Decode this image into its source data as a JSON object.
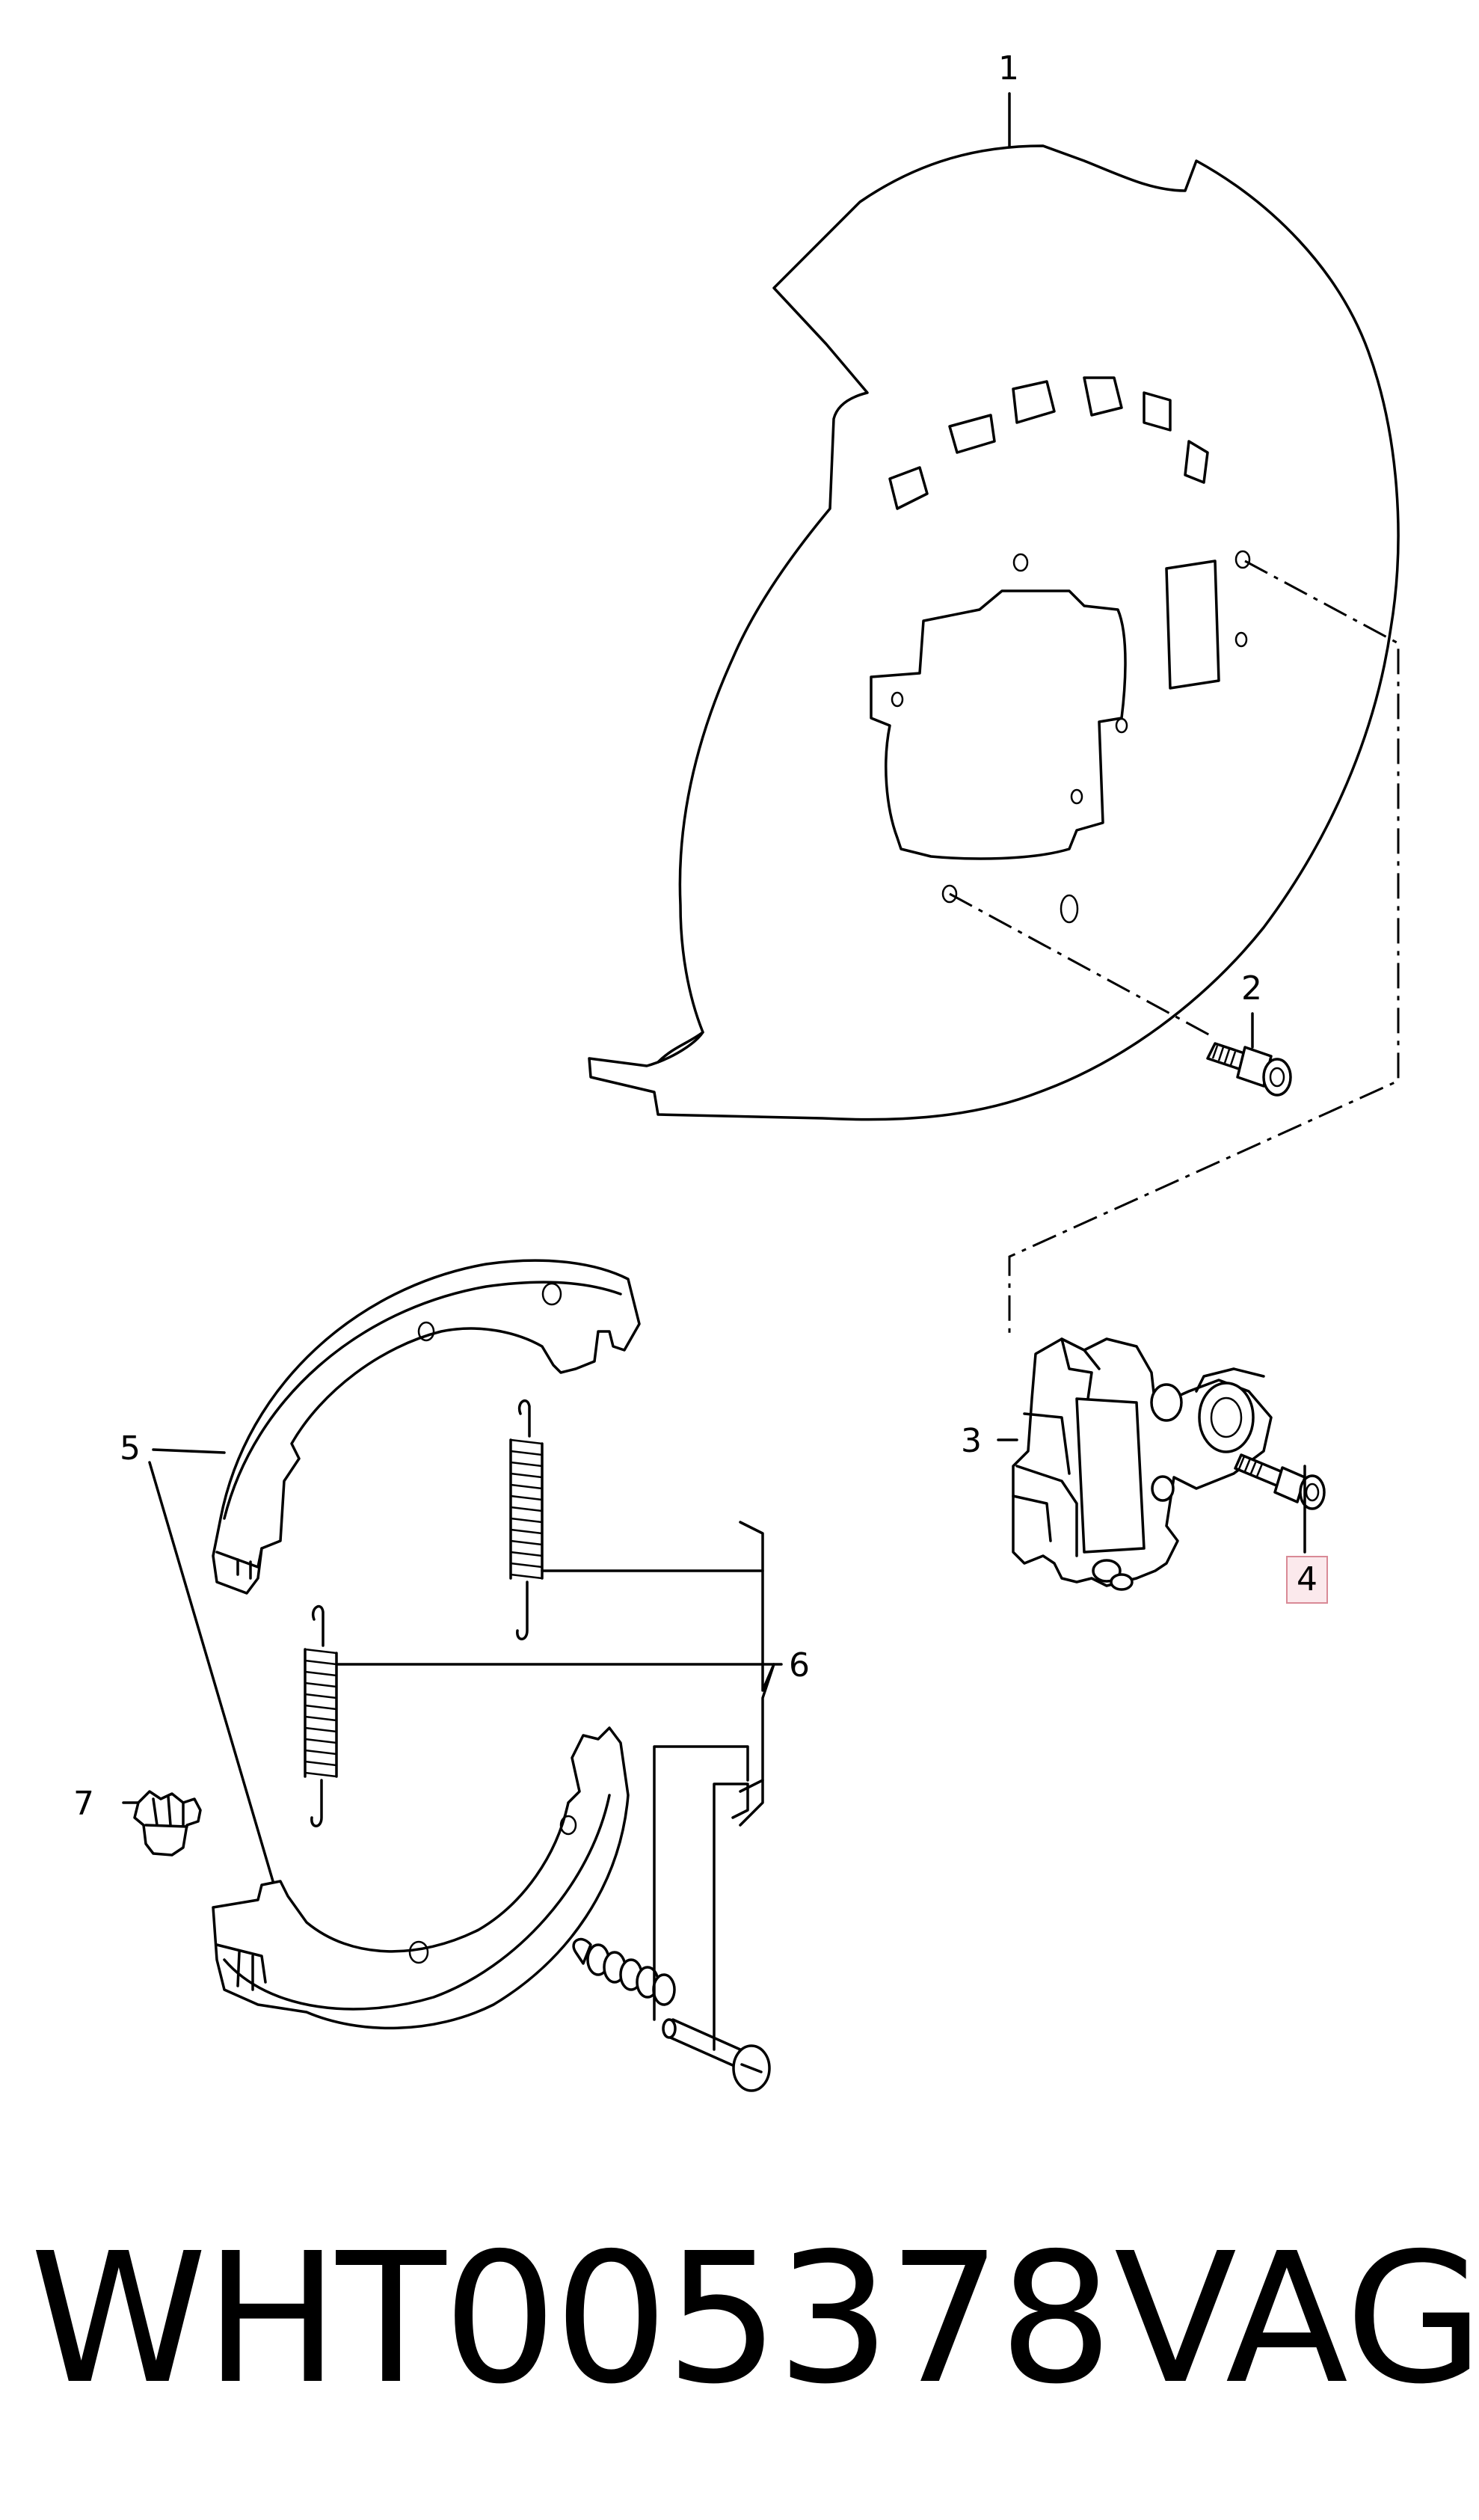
{
  "callouts": [
    {
      "id": "1",
      "label": "1"
    },
    {
      "id": "2",
      "label": "2"
    },
    {
      "id": "3",
      "label": "3"
    },
    {
      "id": "4",
      "label": "4",
      "highlighted": true
    },
    {
      "id": "5",
      "label": "5"
    },
    {
      "id": "6",
      "label": "6"
    },
    {
      "id": "7",
      "label": "7"
    }
  ],
  "footer": {
    "part_number": "WHT005378",
    "brand": "VAG"
  },
  "colors": {
    "line": "#000000",
    "highlight_fill": "#fbe9ec",
    "highlight_border": "#d98a96",
    "background": "#ffffff"
  }
}
